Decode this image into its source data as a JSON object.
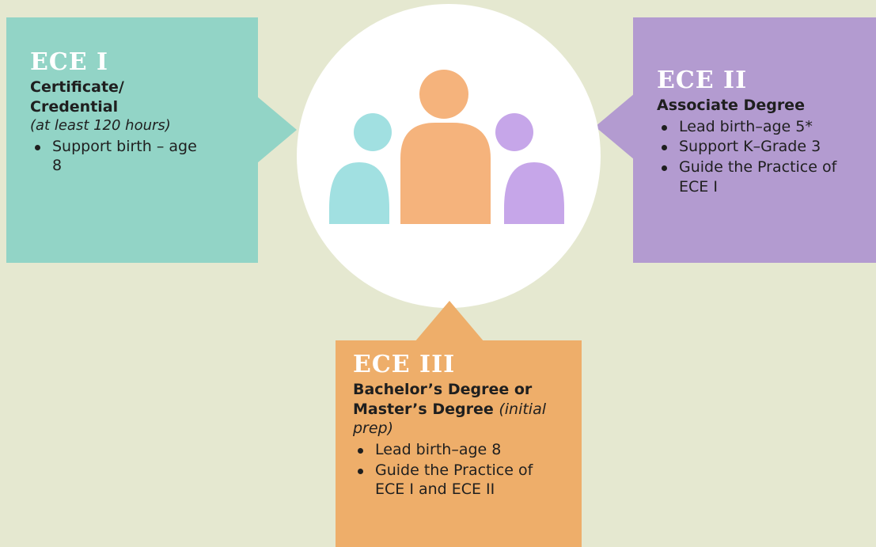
{
  "colors": {
    "background": "#e5e8d0",
    "ece1": "#92d4c6",
    "ece2": "#b39bd0",
    "ece3": "#eeae6a",
    "person_left": "#a1e0e1",
    "person_center": "#f5b37c",
    "person_right": "#c6a6e9"
  },
  "center": {
    "icon": "people-group-icon"
  },
  "ece1": {
    "title": "ECE I",
    "degree_line1": "Certificate/",
    "degree_line2": "Credential",
    "note": "(at least 120 hours)",
    "bullets": [
      "Support birth – age 8"
    ]
  },
  "ece2": {
    "title": "ECE II",
    "degree": "Associate Degree",
    "bullets": [
      "Lead birth–age 5*",
      "Support K–Grade 3",
      "Guide the Practice of ECE I"
    ]
  },
  "ece3": {
    "title": "ECE III",
    "degree_line1": "Bachelor’s Degree or",
    "degree_line2": "Master’s Degree",
    "degree_note": "(initial prep)",
    "bullets": [
      "Lead birth–age 8",
      "Guide the Practice of ECE I and ECE II"
    ]
  }
}
